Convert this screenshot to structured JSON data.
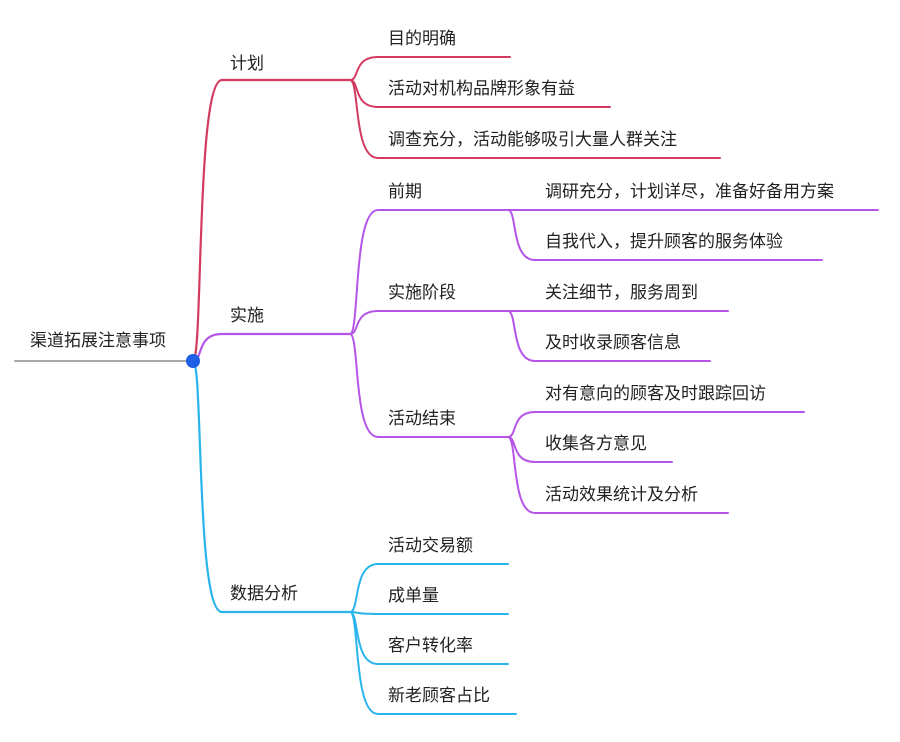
{
  "root": {
    "label": "渠道拓展注意事项"
  },
  "colors": {
    "red": "#d23a5f",
    "purple": "#b455e8",
    "cyan": "#2ab4ec",
    "root_line": "#a8a8a8",
    "root_dot": "#1f5fe6"
  },
  "branches": [
    {
      "label": "计划",
      "color": "red",
      "children": [
        {
          "label": "目的明确"
        },
        {
          "label": "活动对机构品牌形象有益"
        },
        {
          "label": "调查充分，活动能够吸引大量人群关注"
        }
      ]
    },
    {
      "label": "实施",
      "color": "purple",
      "children": [
        {
          "label": "前期",
          "children": [
            {
              "label": "调研充分，计划详尽，准备好备用方案"
            },
            {
              "label": "自我代入，提升顾客的服务体验"
            }
          ]
        },
        {
          "label": "实施阶段",
          "children": [
            {
              "label": "关注细节，服务周到"
            },
            {
              "label": "及时收录顾客信息"
            }
          ]
        },
        {
          "label": "活动结束",
          "children": [
            {
              "label": "对有意向的顾客及时跟踪回访"
            },
            {
              "label": "收集各方意见"
            },
            {
              "label": "活动效果统计及分析"
            }
          ]
        }
      ]
    },
    {
      "label": "数据分析",
      "color": "cyan",
      "children": [
        {
          "label": "活动交易额"
        },
        {
          "label": "成单量"
        },
        {
          "label": "客户转化率"
        },
        {
          "label": "新老顾客占比"
        }
      ]
    }
  ]
}
